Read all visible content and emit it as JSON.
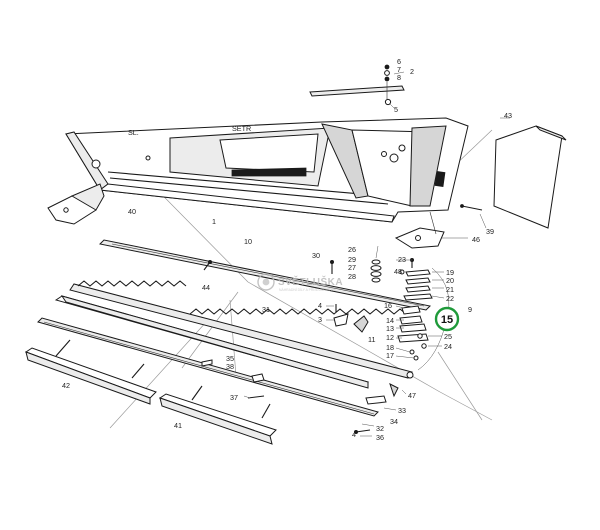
{
  "watermark": {
    "brand": "SVĚTLUŠKA",
    "tagline": "NÁHRADNÍ DÍLY A PŘÍSLUŠENSTVÍ"
  },
  "highlight": {
    "label": "15",
    "ring_color": "#1f9a3a"
  },
  "labels": {
    "l1": "1",
    "l2": "2",
    "l3": "3",
    "l4": "4",
    "l5": "5",
    "l6": "6",
    "l7": "7",
    "l8": "8",
    "l9": "9",
    "l10": "10",
    "l11": "11",
    "l12": "12",
    "l13": "13",
    "l14": "14",
    "l16": "16",
    "l17": "17",
    "l18": "18",
    "l19": "19",
    "l20": "20",
    "l21": "21",
    "l22": "22",
    "l23": "23",
    "l24": "24",
    "l25": "25",
    "l26": "26",
    "l27": "27",
    "l28": "28",
    "l29": "29",
    "l30": "30",
    "l31": "31",
    "l32": "32",
    "l33": "33",
    "l34": "34",
    "l35": "35",
    "l36": "36",
    "l37": "37",
    "l38": "38",
    "l39": "39",
    "l40": "40",
    "l41": "41",
    "l42": "42",
    "l43": "43",
    "l44": "44",
    "l46": "46",
    "l47": "47",
    "l48": "48",
    "l4b": "4"
  },
  "frame_text": {
    "left_plate": "SL.",
    "right_plate": "SETR"
  }
}
